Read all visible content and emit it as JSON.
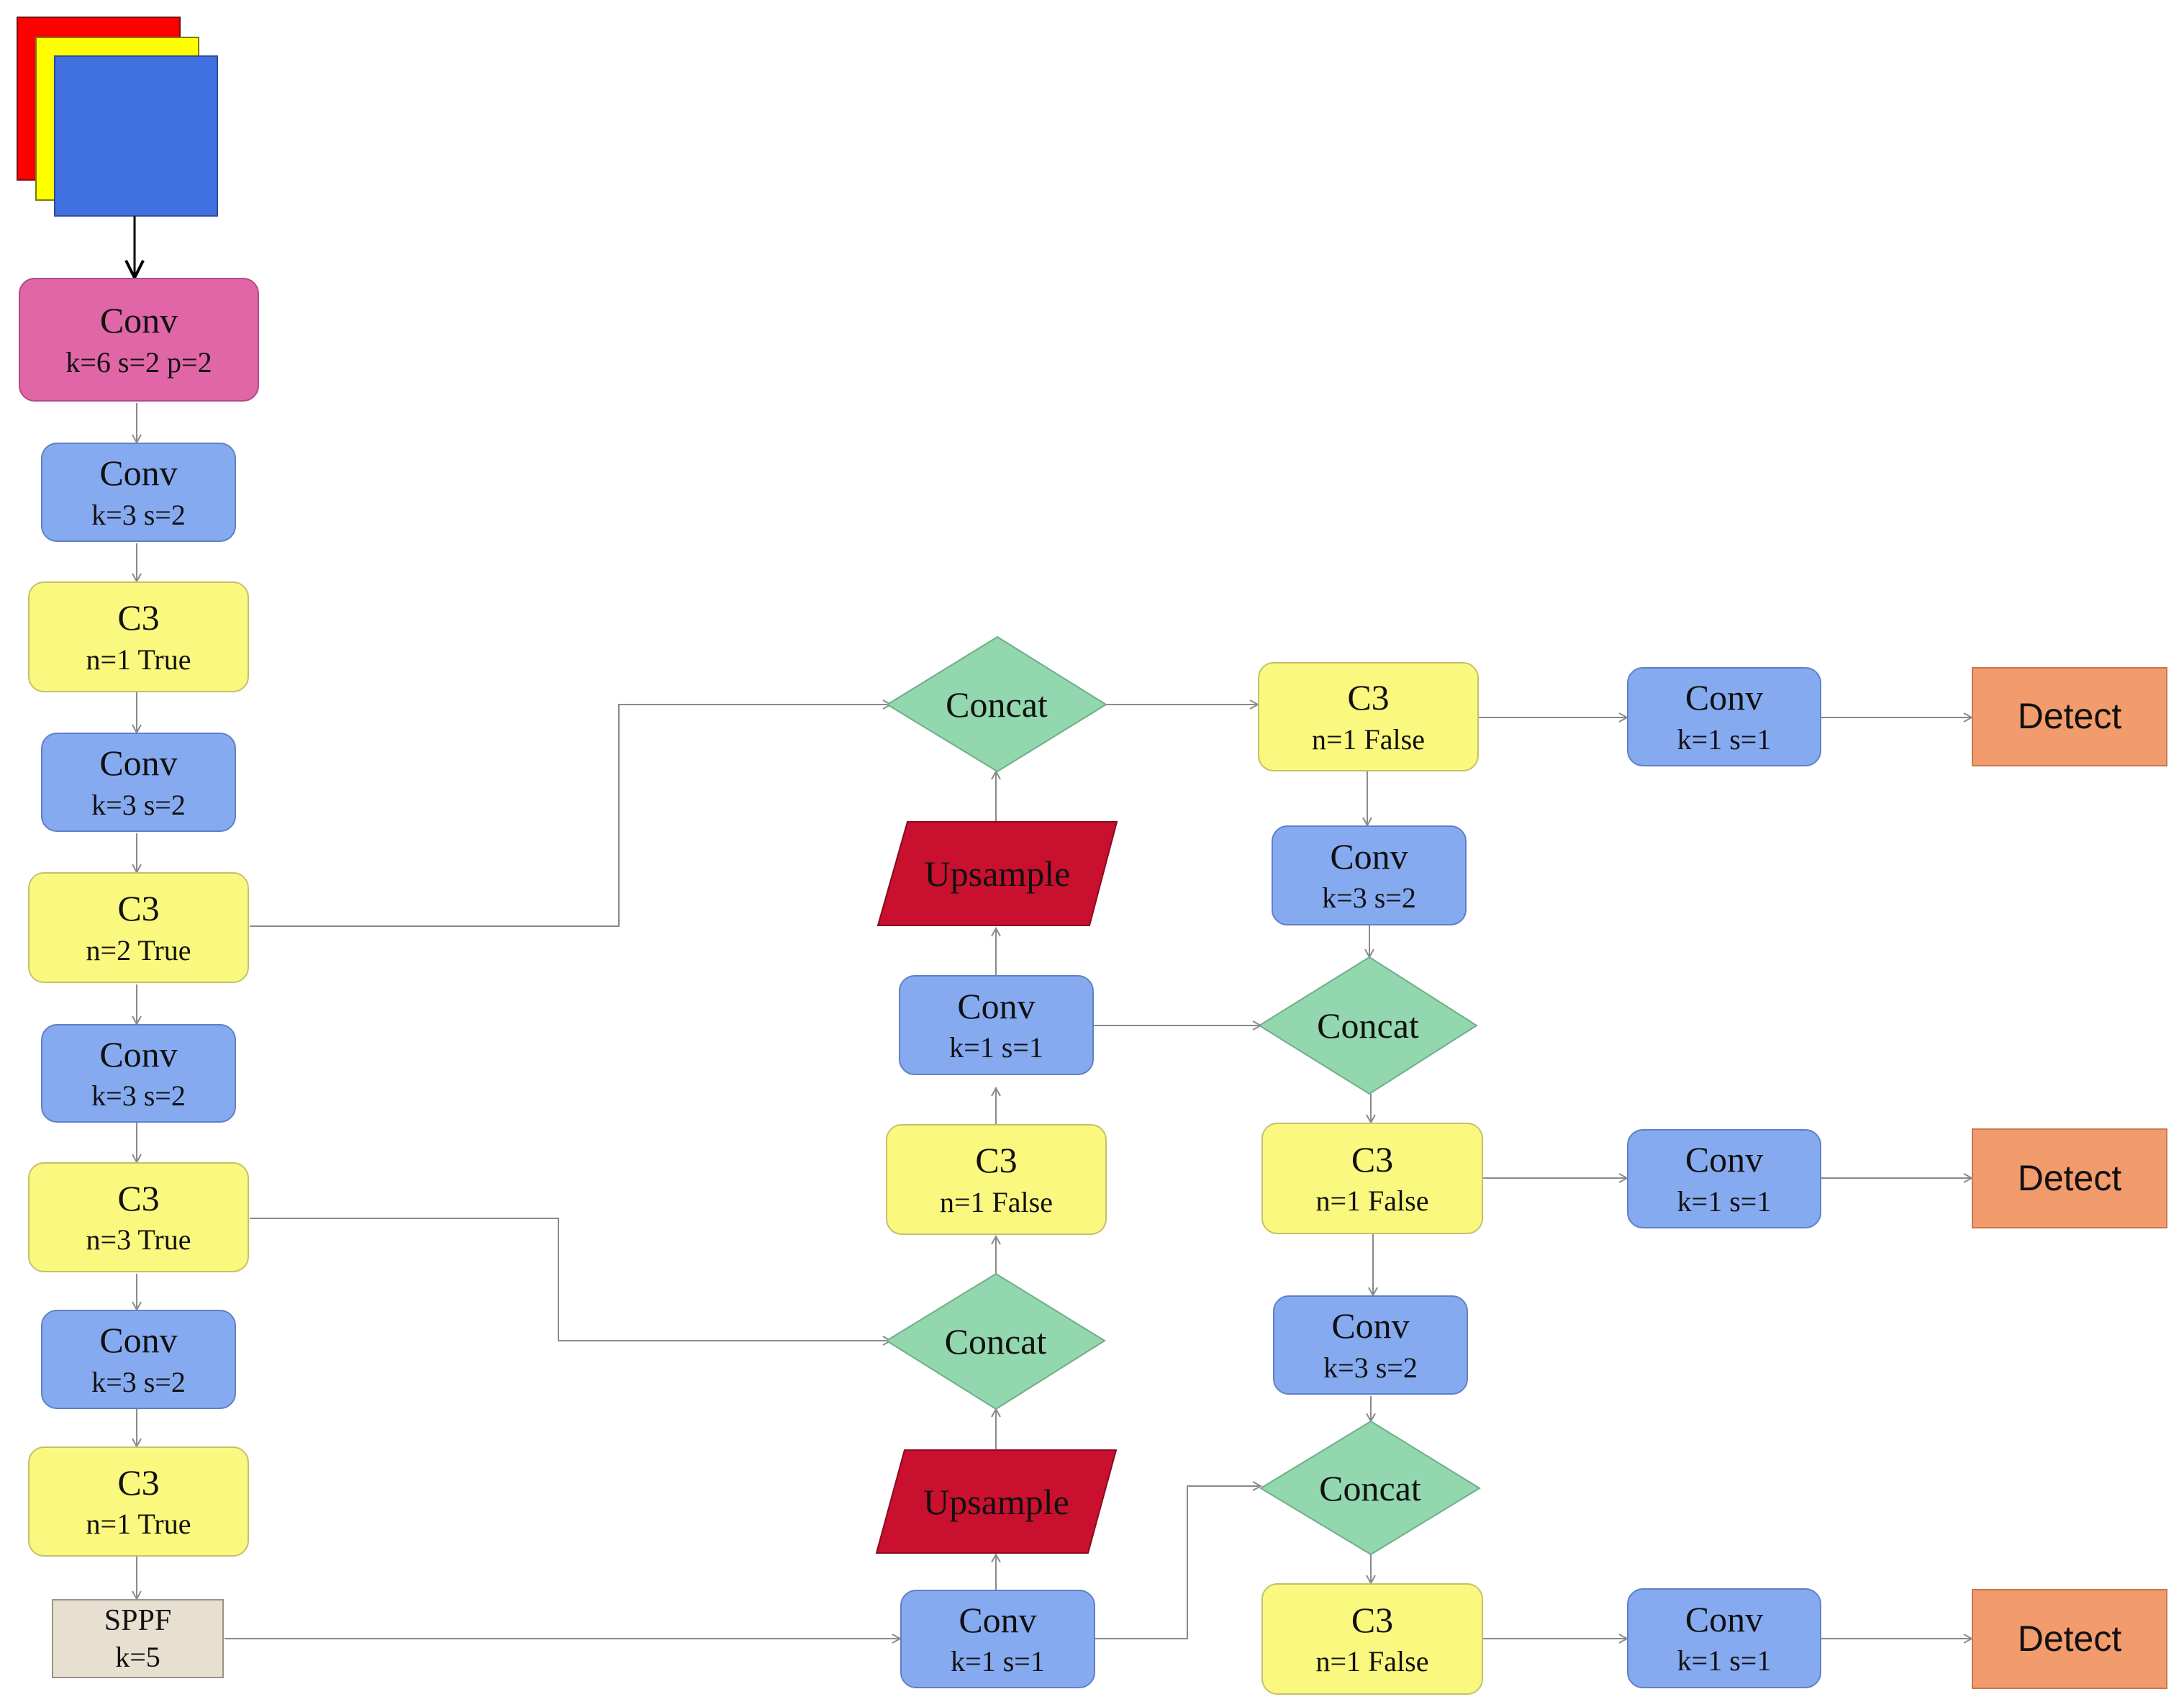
{
  "input_image": {
    "layers": [
      "red",
      "yellow",
      "blue"
    ]
  },
  "backbone": {
    "conv0": {
      "title": "Conv",
      "params": "k=6 s=2 p=2"
    },
    "conv1": {
      "title": "Conv",
      "params": "k=3 s=2"
    },
    "c3_1": {
      "title": "C3",
      "params": "n=1 True"
    },
    "conv2": {
      "title": "Conv",
      "params": "k=3 s=2"
    },
    "c3_2": {
      "title": "C3",
      "params": "n=2 True"
    },
    "conv3": {
      "title": "Conv",
      "params": "k=3 s=2"
    },
    "c3_3": {
      "title": "C3",
      "params": "n=3 True"
    },
    "conv4": {
      "title": "Conv",
      "params": "k=3 s=2"
    },
    "c3_4": {
      "title": "C3",
      "params": "n=1 True"
    },
    "sppf": {
      "title": "SPPF",
      "params": "k=5"
    }
  },
  "neck": {
    "conv_bottom": {
      "title": "Conv",
      "params": "k=1 s=1"
    },
    "upsample_low": "Upsample",
    "concat_low": "Concat",
    "c3_mid": {
      "title": "C3",
      "params": "n=1 False"
    },
    "conv_mid": {
      "title": "Conv",
      "params": "k=1 s=1"
    },
    "upsample_high": "Upsample",
    "concat_top": "Concat"
  },
  "head": {
    "c3_top": {
      "title": "C3",
      "params": "n=1 False"
    },
    "conv_down1": {
      "title": "Conv",
      "params": "k=3 s=2"
    },
    "concat_mid": "Concat",
    "c3_mid": {
      "title": "C3",
      "params": "n=1 False"
    },
    "conv_down2": {
      "title": "Conv",
      "params": "k=3 s=2"
    },
    "concat_bottom": "Concat",
    "c3_bottom": {
      "title": "C3",
      "params": "n=1 False"
    },
    "out_conv_top": {
      "title": "Conv",
      "params": "k=1 s=1"
    },
    "out_conv_mid": {
      "title": "Conv",
      "params": "k=1 s=1"
    },
    "out_conv_bottom": {
      "title": "Conv",
      "params": "k=1 s=1"
    },
    "detect_top": "Detect",
    "detect_mid": "Detect",
    "detect_bottom": "Detect"
  },
  "colors": {
    "stem_conv": "#e066a8",
    "conv": "#86aaf0",
    "c3": "#fbf87f",
    "concat": "#92d7ad",
    "upsample": "#c9102e",
    "detect": "#f29b6c",
    "sppf": "#e7dfd0",
    "connector": "#8a8a8a"
  }
}
